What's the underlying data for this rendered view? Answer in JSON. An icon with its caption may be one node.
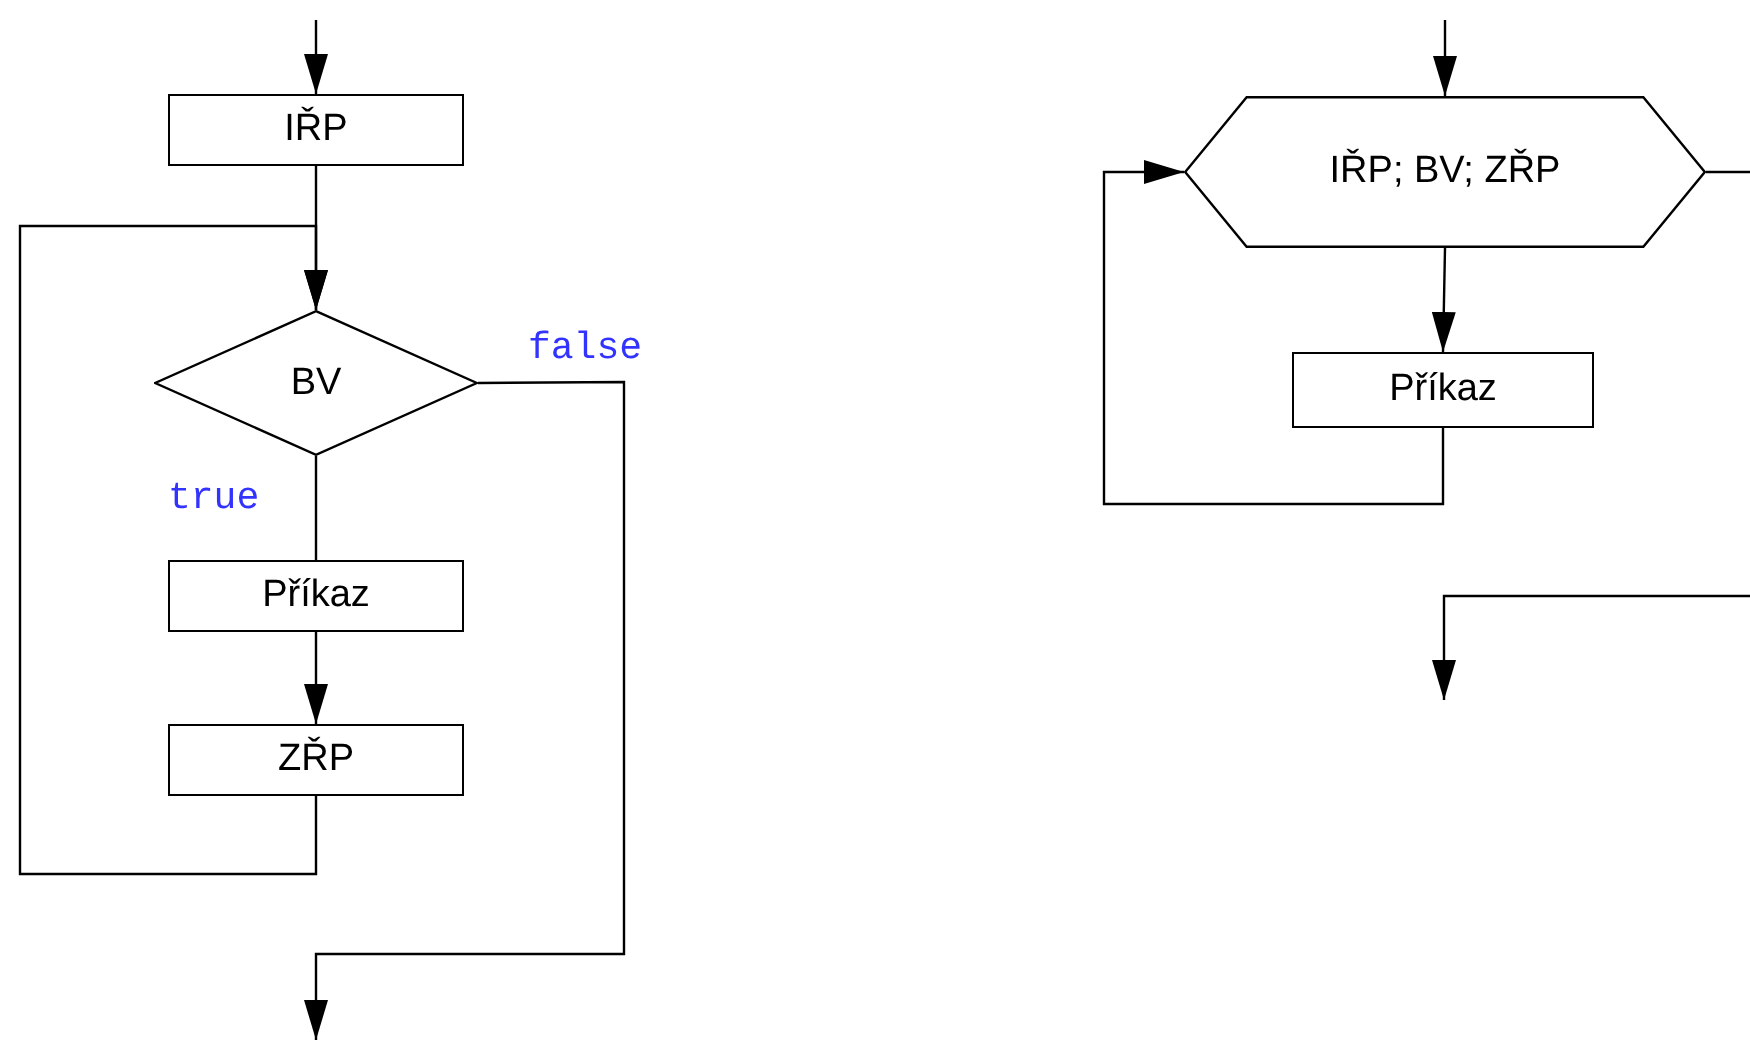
{
  "diagram": {
    "nodes": [
      {
        "text": [
          "IŘP"
        ]
      },
      {
        "text": [
          "BV"
        ]
      },
      {
        "text": [
          "Příkaz"
        ]
      },
      {
        "text": [
          "ZŘP"
        ]
      },
      {
        "text": [
          "IŘP; BV; ZŘP"
        ]
      },
      {
        "text": [
          "Příkaz"
        ]
      }
    ],
    "edges": [
      {
        "from": null,
        "to": 0,
        "arrow": "to"
      },
      {
        "from": 0,
        "to": 1,
        "arrow": "to"
      },
      {
        "from": 1,
        "to": 2,
        "arrow": "none",
        "label": "true"
      },
      {
        "from": 2,
        "to": 3,
        "arrow": "to"
      },
      {
        "from": 3,
        "to": 1,
        "arrow": "to"
      },
      {
        "from": 1,
        "to": null,
        "arrow": "to",
        "label": "false"
      },
      {
        "from": null,
        "to": 4,
        "arrow": "to"
      },
      {
        "from": 4,
        "to": 5,
        "arrow": "to"
      },
      {
        "from": 5,
        "to": 4,
        "arrow": "to"
      },
      {
        "from": 4,
        "to": null,
        "arrow": "to"
      }
    ]
  }
}
